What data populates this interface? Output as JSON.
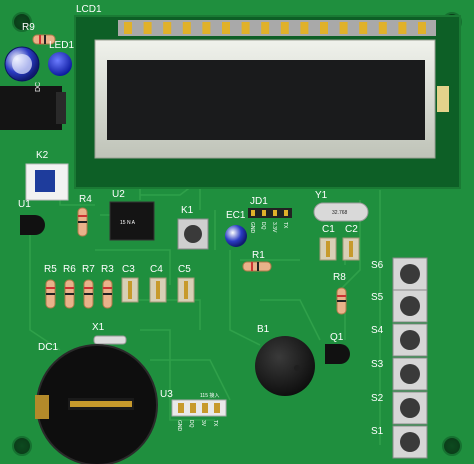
{
  "title": "PCB 3D render",
  "colors": {
    "board": "#1f8f3e",
    "trace": "#2fa04a",
    "silkscreen": "#ffffff",
    "lcd_frame": "#d6d9d2",
    "lcd_window": "#1a1b1c",
    "header_gold": "#e0b12a",
    "resistor_body": "#e9b28a",
    "capacitor_body": "#d8cfb6",
    "button_cap": "#3a3a3a"
  },
  "labels": {
    "lcd": "LCD1",
    "r9": "R9",
    "led1": "LED1",
    "dc": "DC",
    "k2": "K2",
    "u1": "U1",
    "r4": "R4",
    "u2": "U2",
    "u2_chip": "15 N A",
    "k1": "K1",
    "ec1": "EC1",
    "jd1": "JD1",
    "jd1_pins": [
      "GND",
      "DQ",
      "3.3V",
      "TX"
    ],
    "y1": "Y1",
    "y1_chip": "32.768",
    "c1": "C1",
    "c2": "C2",
    "r1": "R1",
    "r8": "R8",
    "r5": "R5",
    "r6": "R6",
    "r7": "R7",
    "r3": "R3",
    "c3": "C3",
    "c4": "C4",
    "c5": "C5",
    "x1": "X1",
    "dc1": "DC1",
    "b1": "B1",
    "q1": "Q1",
    "u3": "U3",
    "u3_note": "115 接入",
    "u3_pins": [
      "GND",
      "DQ",
      "3V",
      "TX"
    ],
    "switches": [
      "S6",
      "S5",
      "S4",
      "S3",
      "S2",
      "S1"
    ]
  }
}
